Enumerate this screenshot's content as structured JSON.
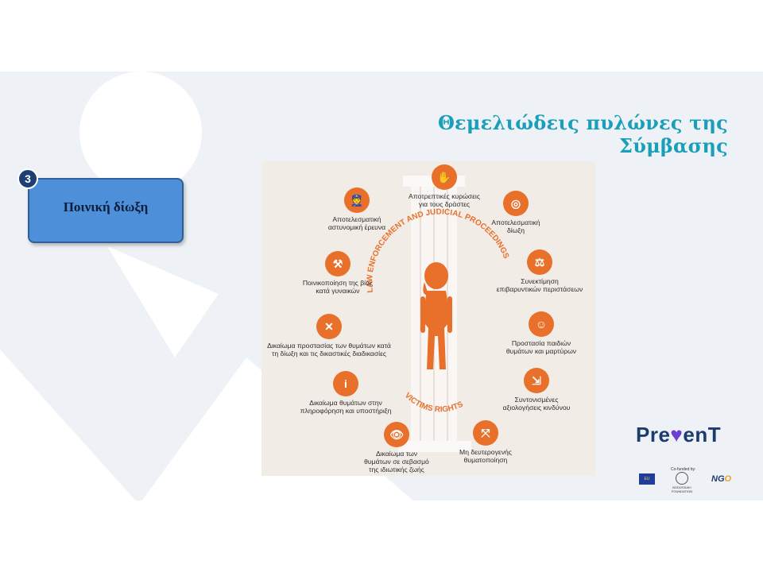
{
  "slide": {
    "title": "Θεμελιώδεις πυλώνες της Σύμβασης",
    "step_number": "3",
    "topic_label": "Ποινική δίωξη"
  },
  "infographic": {
    "arc_top_text": "LAW ENFORCEMENT AND JUDICIAL PROCEEDINGS",
    "arc_bottom_text": "VICTIMS RIGHTS",
    "items": [
      {
        "icon": "hand-warning-icon",
        "label_lines": [
          "Αποτρεπτικές κυρώσεις",
          "για τους δράστες"
        ]
      },
      {
        "icon": "target-face-icon",
        "label_lines": [
          "Αποτελεσματική",
          "δίωξη"
        ]
      },
      {
        "icon": "police-officer-icon",
        "label_lines": [
          "Αποτελεσματική",
          "αστυνομική έρευνα"
        ]
      },
      {
        "icon": "gavel-icon",
        "label_lines": [
          "Συνεκτίμηση",
          "επιβαρυντικών περιστάσεων"
        ]
      },
      {
        "icon": "gavel-stars-icon",
        "label_lines": [
          "Ποινικοποίηση της βίας",
          "κατά γυναικών"
        ]
      },
      {
        "icon": "child-icon",
        "label_lines": [
          "Προστασία παιδιών",
          "θυμάτων και μαρτύρων"
        ]
      },
      {
        "icon": "shield-cross-icon",
        "label_lines": [
          "Δικαίωμα προστασίας των θυμάτων κατά",
          "τη δίωξη και τις δικαστικές διαδικασίες"
        ]
      },
      {
        "icon": "arrows-converge-icon",
        "label_lines": [
          "Συντονισμένες",
          "αξιολογήσεις κινδύνου"
        ]
      },
      {
        "icon": "info-hand-icon",
        "label_lines": [
          "Δικαίωμα θυμάτων στην",
          "πληροφόρηση και υποστήριξη"
        ]
      },
      {
        "icon": "privacy-mask-icon",
        "label_lines": [
          "Δικαίωμα των",
          "θυμάτων σε σεβασμό",
          "της ιδιωτικής ζωής"
        ]
      },
      {
        "icon": "person-arrows-icon",
        "label_lines": [
          "Μη δευτερογενής",
          "θυματοποίηση"
        ]
      }
    ]
  },
  "branding": {
    "logo_left": "Pre",
    "logo_mid": "♥",
    "logo_right": "enT",
    "cofunded_text": "Co-funded by:",
    "eu_label": "EU",
    "foundation_text": "BODOSSAKI FOUNDATION",
    "ngo_left": "NG",
    "ngo_o": "O"
  },
  "colors": {
    "accent_orange": "#e8702a",
    "title_teal": "#1a9fb8",
    "box_blue": "#4d8fd8"
  }
}
